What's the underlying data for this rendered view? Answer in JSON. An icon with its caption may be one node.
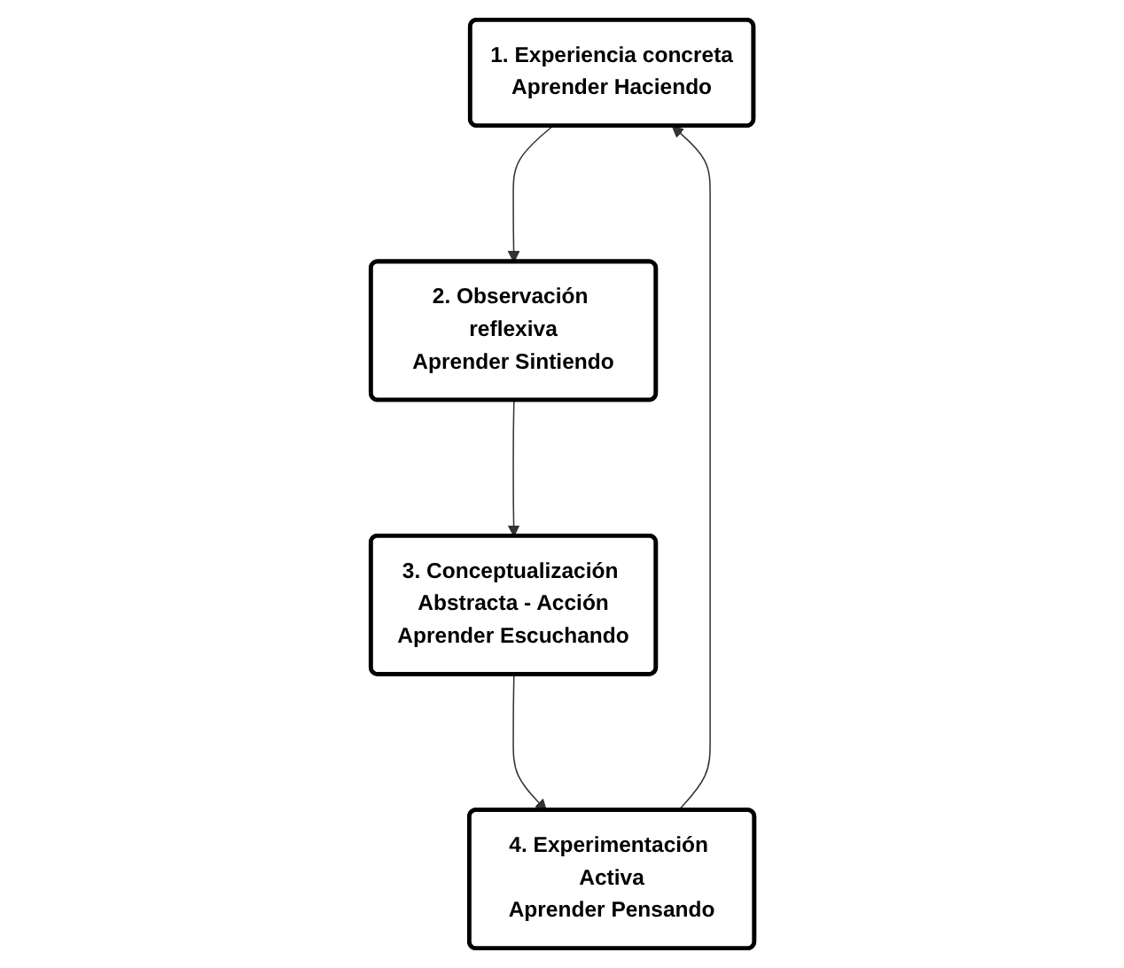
{
  "diagram": {
    "nodes": [
      {
        "text": [
          "1. Experiencia concreta",
          "Aprender Haciendo"
        ]
      },
      {
        "text": [
          "2. Observación reflexiva",
          "Aprender Sintiendo"
        ]
      },
      {
        "text": [
          "3. Conceptualización Abstracta - Acción",
          "Aprender Escuchando"
        ]
      },
      {
        "text": [
          "4. Experimentación Activa",
          "Aprender Pensando"
        ]
      }
    ],
    "edges": [
      {
        "from": 0,
        "to": 1,
        "arrow": "to"
      },
      {
        "from": 1,
        "to": 2,
        "arrow": "to"
      },
      {
        "from": 2,
        "to": 3,
        "arrow": "to"
      },
      {
        "from": 3,
        "to": 0,
        "arrow": "to"
      }
    ]
  }
}
